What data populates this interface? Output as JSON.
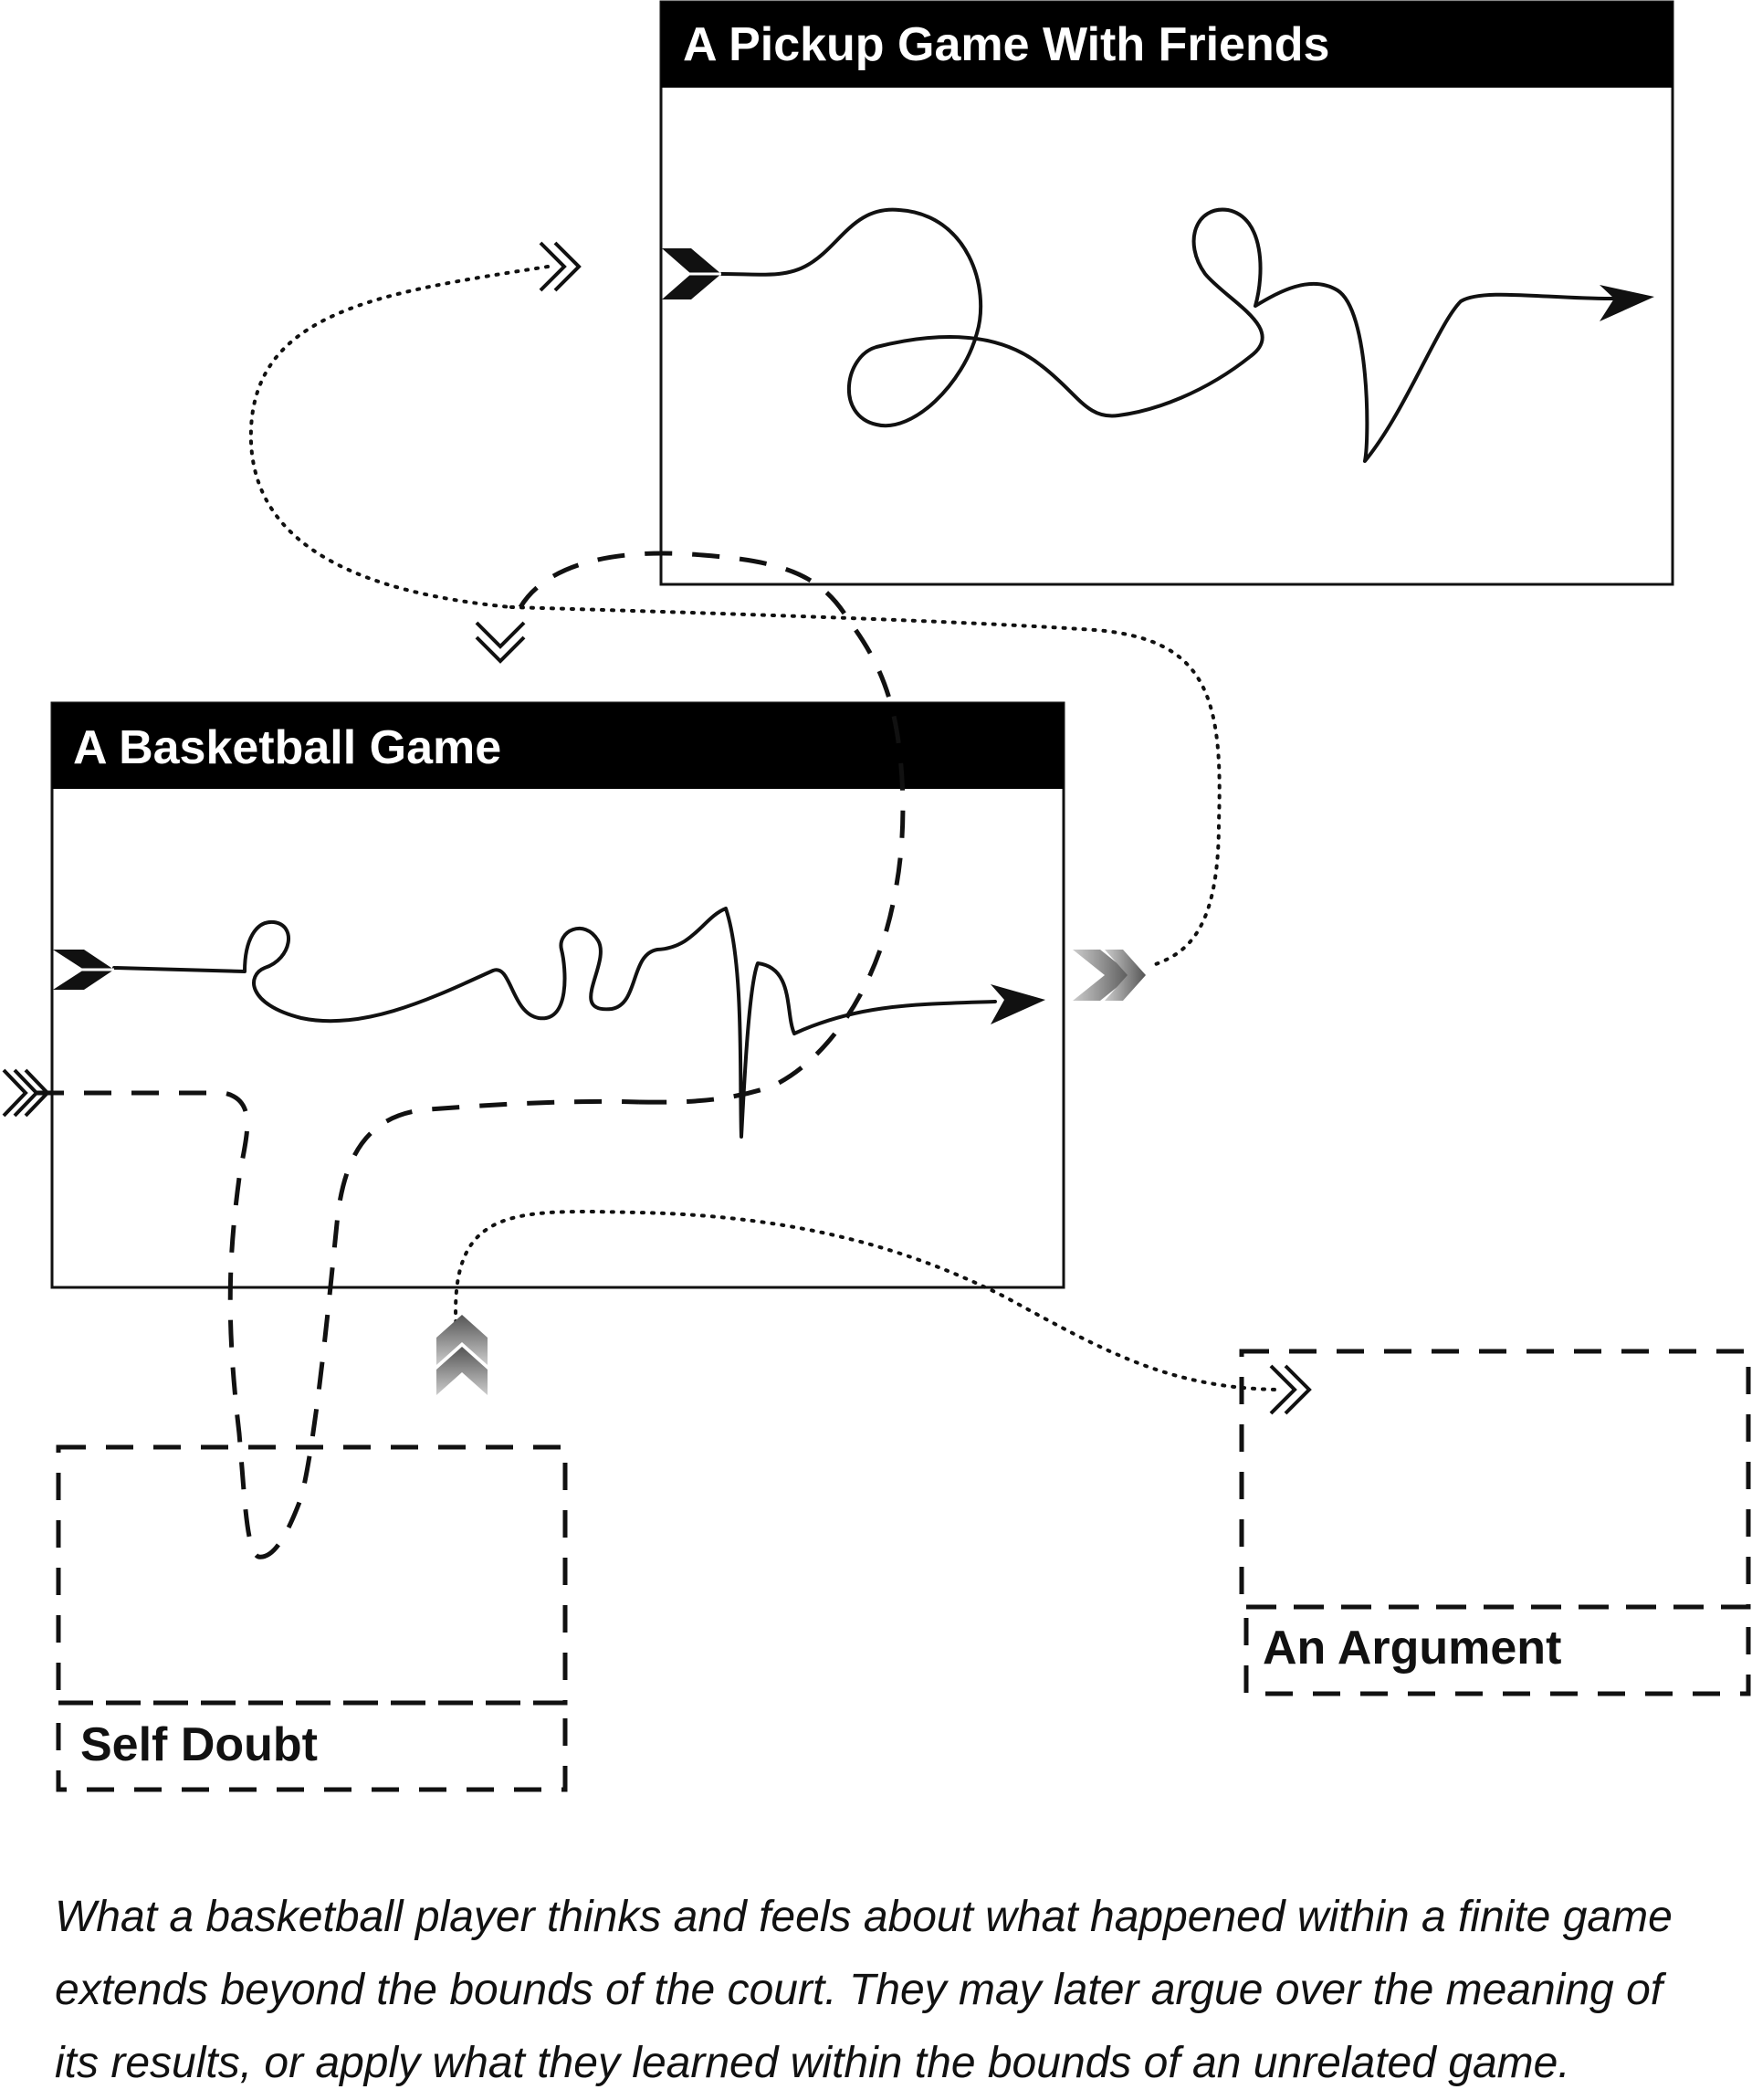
{
  "nodes": {
    "pickup_game": {
      "title": "A Pickup Game With Friends"
    },
    "basketball_game": {
      "title": "A Basketball Game"
    },
    "self_doubt": {
      "label": "Self Doubt"
    },
    "argument": {
      "label": "An Argument"
    }
  },
  "caption": {
    "lines": [
      "What a basketball player thinks and feels about what happened within a finite game",
      "extends beyond the bounds of the court. They may later argue over the meaning of",
      "its results, or apply what they learned within the bounds of an unrelated game."
    ]
  },
  "colors": {
    "ink": "#111111",
    "title_bar": "#000000",
    "title_text": "#ffffff",
    "faded_chevron": "#999999"
  }
}
